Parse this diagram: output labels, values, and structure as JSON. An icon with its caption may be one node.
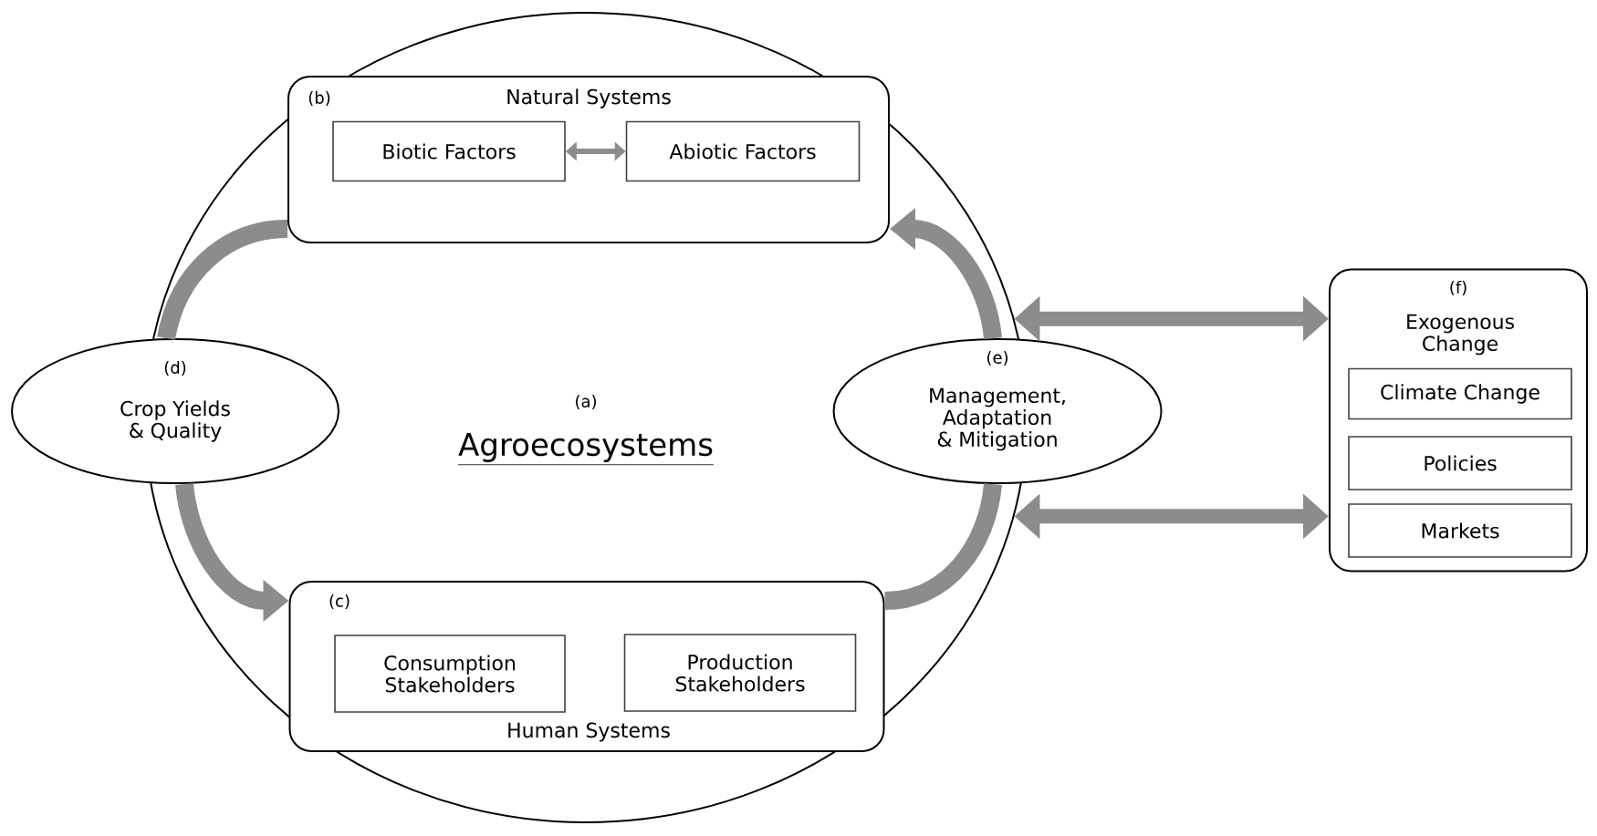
{
  "diagram": {
    "nodes": [
      {
        "text": [
          "(a)",
          "Agroecosystems"
        ]
      },
      {
        "text": [
          "(b)",
          "Natural Systems"
        ],
        "in": 0
      },
      {
        "text": [
          "Biotic Factors"
        ],
        "in": 1
      },
      {
        "text": [
          "Abiotic Factors"
        ],
        "in": 1
      },
      {
        "text": [
          "(c)",
          "Human Systems"
        ],
        "in": 0
      },
      {
        "text": [
          "Consumption Stakeholders"
        ],
        "in": 4
      },
      {
        "text": [
          "Production Stakeholders"
        ],
        "in": 4
      },
      {
        "text": [
          "(d)",
          "Crop Yields & Quality"
        ]
      },
      {
        "text": [
          "(e)",
          "Management, Adaptation & Mitigation"
        ]
      },
      {
        "text": [
          "(f)",
          "Exogenous Change"
        ]
      },
      {
        "text": [
          "Climate Change"
        ],
        "in": 9
      },
      {
        "text": [
          "Policies"
        ],
        "in": 9
      },
      {
        "text": [
          "Markets"
        ],
        "in": 9
      }
    ],
    "edges": [
      {
        "from": 2,
        "to": 3,
        "arrow": "both"
      },
      {
        "from": 1,
        "to": 7,
        "arrow": "none"
      },
      {
        "from": 7,
        "to": 4,
        "arrow": "to"
      },
      {
        "from": 4,
        "to": 8,
        "arrow": "none"
      },
      {
        "from": 8,
        "to": 1,
        "arrow": "to"
      },
      {
        "from": 0,
        "to": 9,
        "arrow": "both"
      },
      {
        "from": 0,
        "to": 9,
        "arrow": "both"
      }
    ]
  }
}
